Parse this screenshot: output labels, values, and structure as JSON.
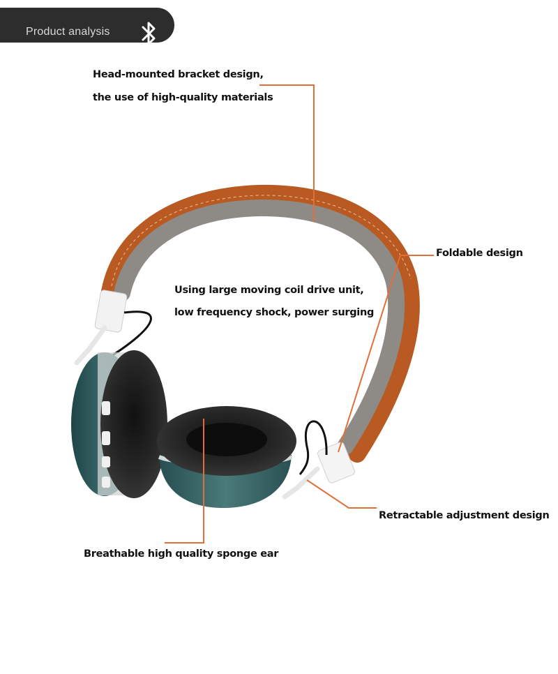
{
  "banner": {
    "title": "Product analysis",
    "icon": "bluetooth-icon"
  },
  "callouts": {
    "headband_line1": "Head-mounted bracket design,",
    "headband_line2": "the use of high-quality materials",
    "driver_line1": "Using large moving coil drive unit,",
    "driver_line2": "low frequency shock, power surging",
    "foldable": "Foldable design",
    "retractable": "Retractable adjustment design",
    "earpad": "Breathable high quality sponge ear"
  },
  "colors": {
    "leader_line": "#e0703a",
    "banner_bg": "#2d2d2d",
    "headband_leather": "#b85a22",
    "headband_felt": "#8e8a86",
    "earcup_shell": "#2f5a5c",
    "earpad": "#1c1c1c"
  }
}
